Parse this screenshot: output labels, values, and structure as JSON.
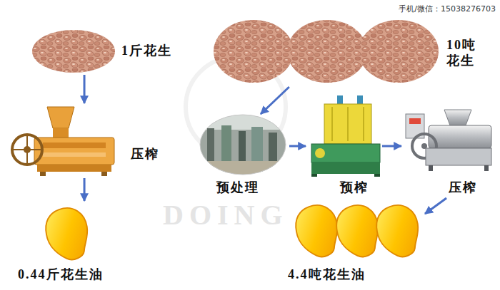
{
  "diagram": {
    "nodes": [
      {
        "text": [
          "1斤花生"
        ]
      },
      {
        "text": [
          "压榨"
        ]
      },
      {
        "text": [
          "0.44斤花生油"
        ]
      },
      {
        "text": [
          "10吨 花生"
        ]
      },
      {
        "text": [
          "预处理"
        ]
      },
      {
        "text": [
          "预榨"
        ]
      },
      {
        "text": [
          "压榨"
        ]
      },
      {
        "text": [
          "4.4吨花生油"
        ]
      }
    ],
    "edges": [
      {
        "from": 0,
        "to": 1,
        "arrow": "to"
      },
      {
        "from": 1,
        "to": 2,
        "arrow": "to"
      },
      {
        "from": 3,
        "to": 4,
        "arrow": "to"
      },
      {
        "from": 4,
        "to": 5,
        "arrow": "to"
      },
      {
        "from": 5,
        "to": 6,
        "arrow": "to"
      },
      {
        "from": 6,
        "to": 7,
        "arrow": "to"
      }
    ],
    "labels": [
      "手机/微信：15038276703",
      "DOING"
    ]
  }
}
